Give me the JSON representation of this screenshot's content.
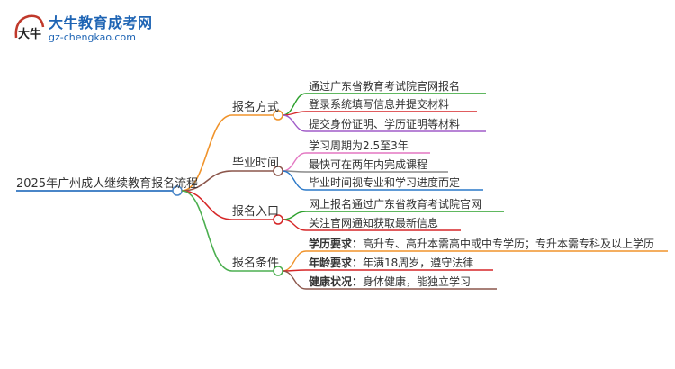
{
  "logo": {
    "title": "大牛教育成考网",
    "url": "gz-chengkao.com",
    "mark": "大牛"
  },
  "root": {
    "label": "2025年广州成人继续教育报名流程",
    "color": "#4a86c8"
  },
  "branches": [
    {
      "label": "报名方式",
      "color": "#f0932b",
      "children": [
        {
          "text": "通过广东省教育考试院官网报名",
          "color": "#2ca02c"
        },
        {
          "text": "登录系统填写信息并提交材料",
          "color": "#d62728"
        },
        {
          "text": "提交身份证明、学历证明等材料",
          "color": "#a05cc8"
        }
      ]
    },
    {
      "label": "毕业时间",
      "color": "#8c564b",
      "children": [
        {
          "text": "学习周期为2.5至3年",
          "color": "#e377c2"
        },
        {
          "text": "最快可在两年内完成课程",
          "color": "#8a8a8a"
        },
        {
          "text": "毕业时间视专业和学习进度而定",
          "color": "#2a78c8"
        }
      ]
    },
    {
      "label": "报名入口",
      "color": "#d62728",
      "children": [
        {
          "text": "网上报名通过广东省教育考试院官网",
          "color": "#2ca02c"
        },
        {
          "text": "关注官网通知获取最新信息",
          "color": "#d62728"
        }
      ]
    },
    {
      "label": "报名条件",
      "color": "#4caf50",
      "children": [
        {
          "label": "学历要求",
          "text": "高升专、高升本需高中或中专学历；专升本需专科及以上学历",
          "color": "#f0932b"
        },
        {
          "label": "年龄要求",
          "text": "年满18周岁，遵守法律",
          "color": "#d62728"
        },
        {
          "label": "健康状况",
          "text": "身体健康，能独立学习",
          "color": "#8c564b"
        }
      ]
    }
  ]
}
